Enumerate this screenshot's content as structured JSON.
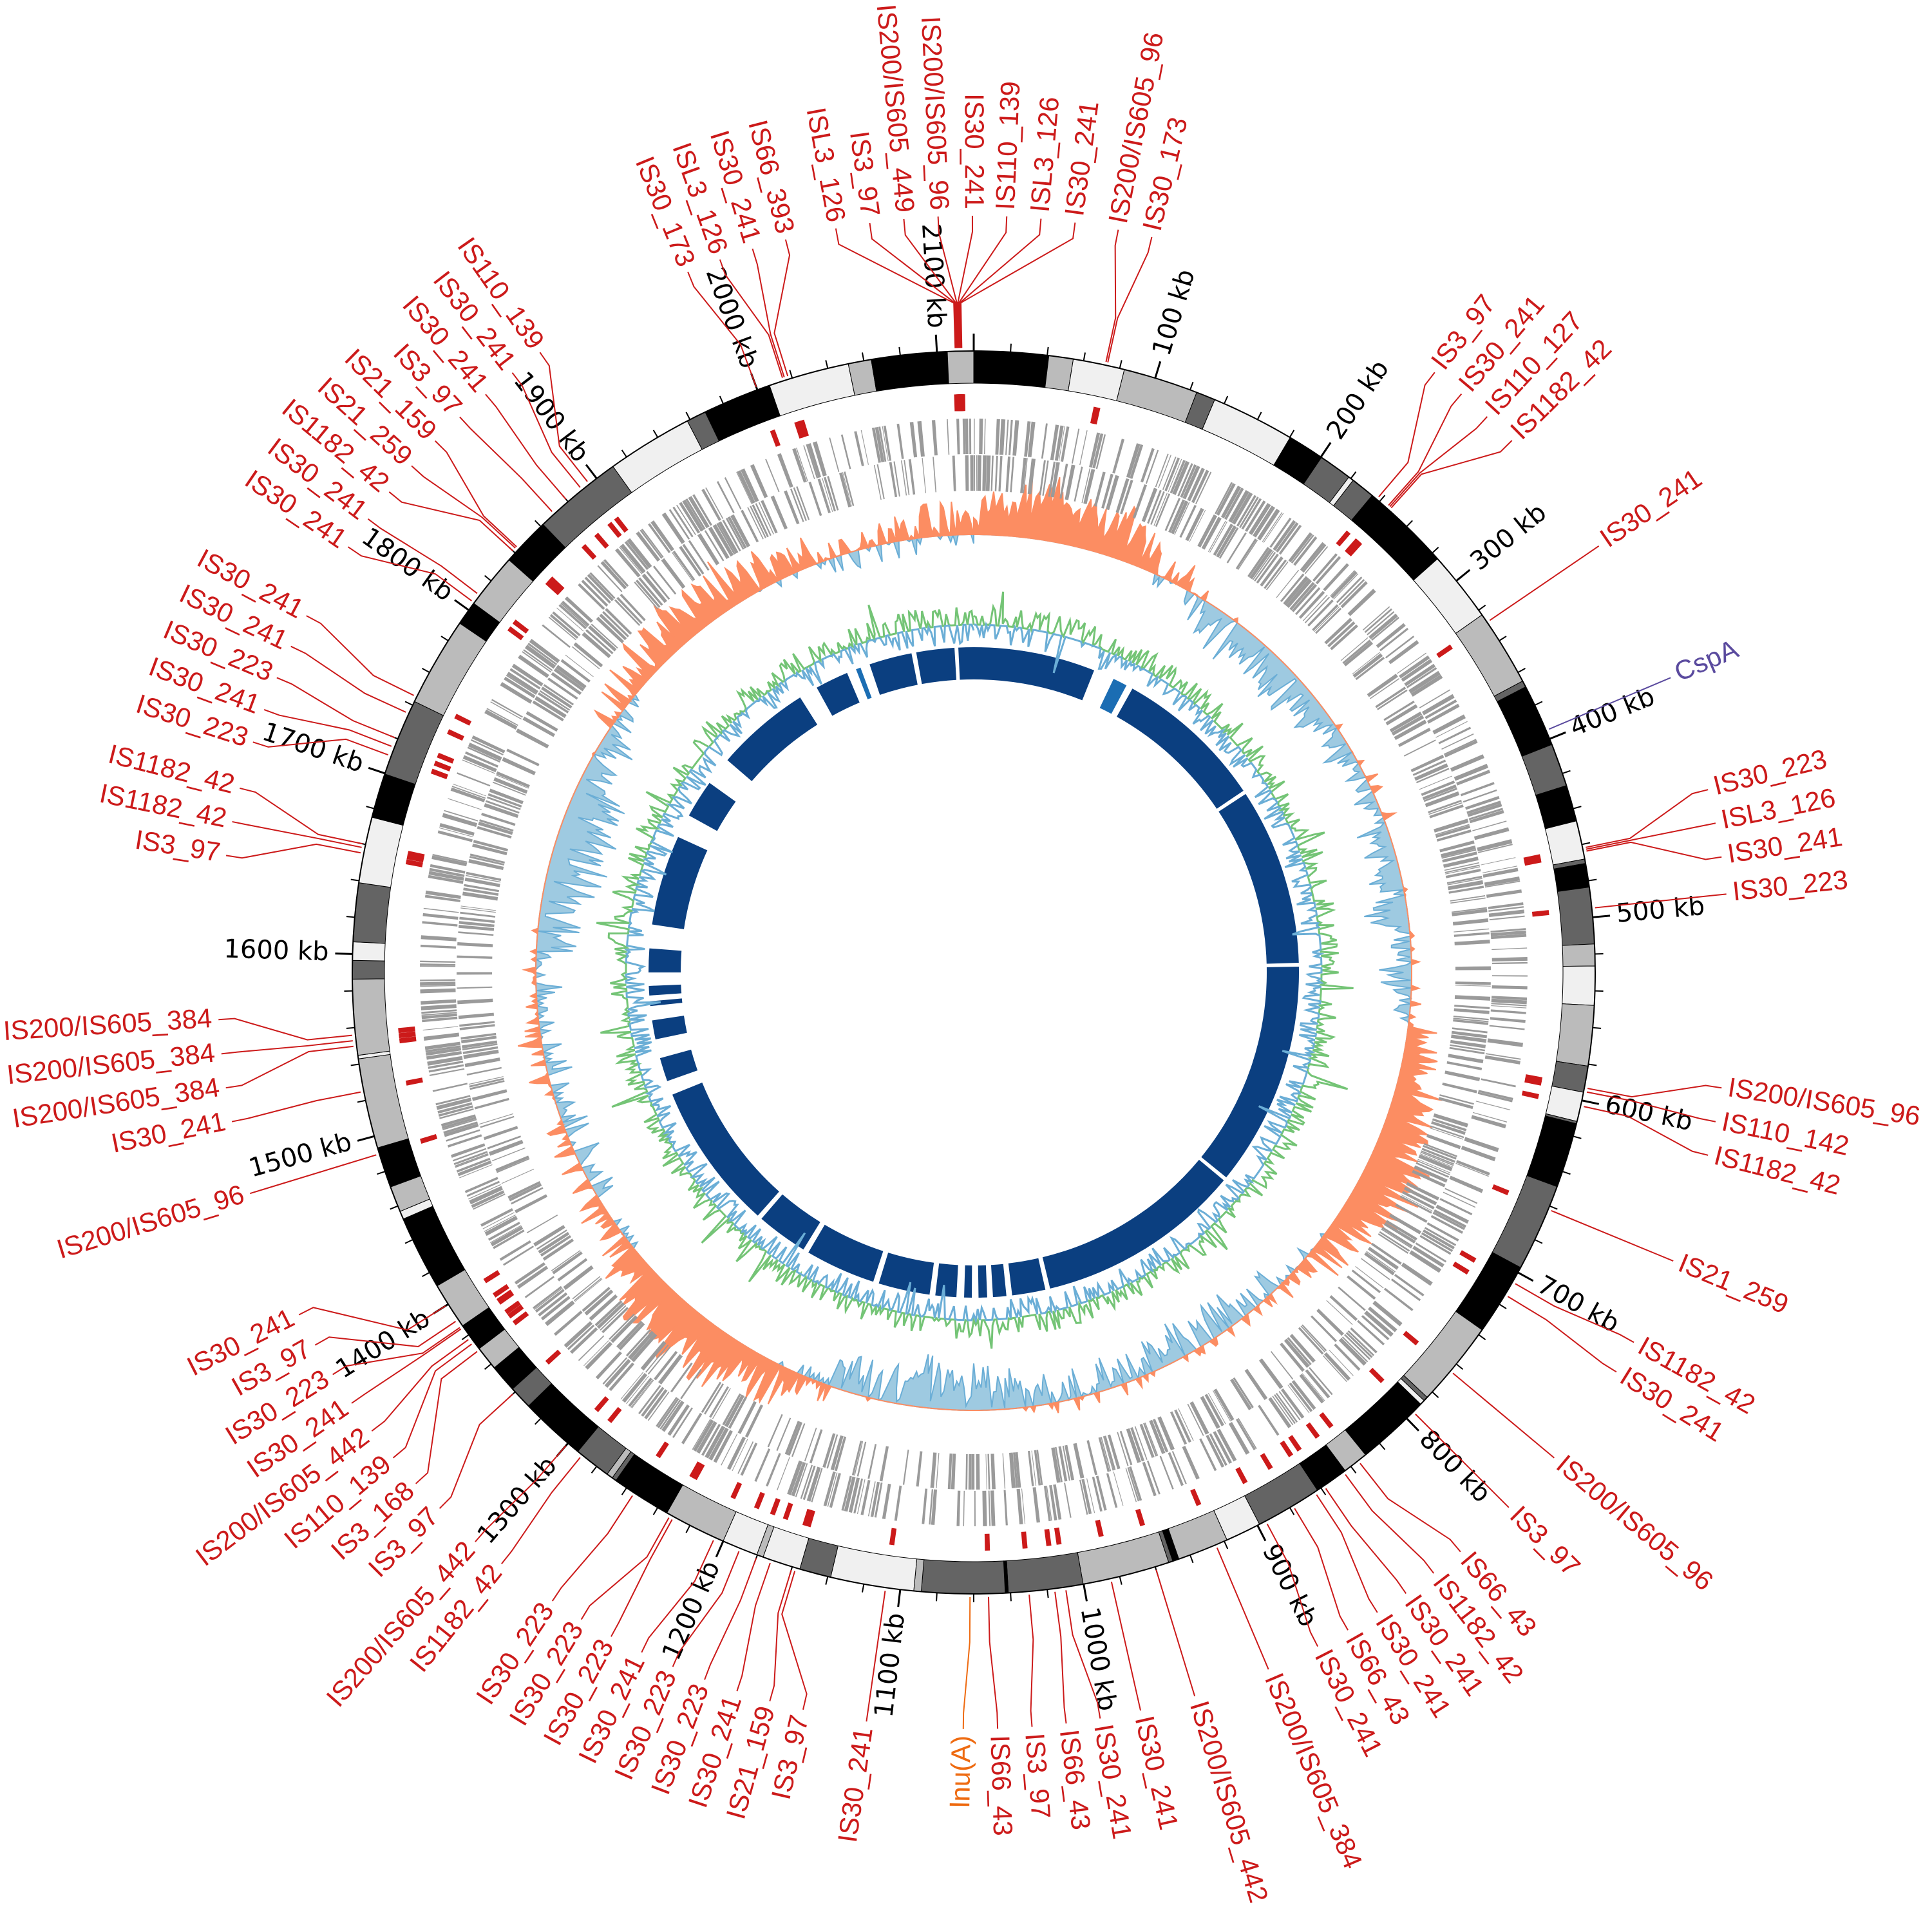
{
  "genome": {
    "length_kb": 2120
  },
  "colors": {
    "is_element": "#cc1a1a",
    "cspA": "#5a4a9e",
    "lnuA": "#ee6a10",
    "skew_pos": "#fc8d62",
    "skew_neg": "#9ecae1",
    "skew_neg_line": "#6baed6",
    "gc_pos": "#74c476",
    "gc_neg": "#6baed6",
    "gene": "#9a9a9a",
    "core": "#0b3f80",
    "core_alt": "#1b6db3"
  },
  "ticks": [
    {
      "kb": 100,
      "label": "100 kb"
    },
    {
      "kb": 200,
      "label": "200 kb"
    },
    {
      "kb": 300,
      "label": "300 kb"
    },
    {
      "kb": 400,
      "label": "400 kb"
    },
    {
      "kb": 500,
      "label": "500 kb"
    },
    {
      "kb": 600,
      "label": "600 kb"
    },
    {
      "kb": 700,
      "label": "700 kb"
    },
    {
      "kb": 800,
      "label": "800 kb"
    },
    {
      "kb": 900,
      "label": "900 kb"
    },
    {
      "kb": 1000,
      "label": "1000 kb"
    },
    {
      "kb": 1100,
      "label": "1100 kb"
    },
    {
      "kb": 1200,
      "label": "1200 kb"
    },
    {
      "kb": 1300,
      "label": "1300 kb"
    },
    {
      "kb": 1400,
      "label": "1400 kb"
    },
    {
      "kb": 1500,
      "label": "1500 kb"
    },
    {
      "kb": 1600,
      "label": "1600 kb"
    },
    {
      "kb": 1700,
      "label": "1700 kb"
    },
    {
      "kb": 1800,
      "label": "1800 kb"
    },
    {
      "kb": 1900,
      "label": "1900 kb"
    },
    {
      "kb": 2000,
      "label": "2000 kb"
    },
    {
      "kb": 2100,
      "label": "2100 kb"
    }
  ],
  "features": [
    {
      "label": "IS200/IS605_96",
      "kb": 72,
      "type": "is"
    },
    {
      "label": "IS30_173",
      "kb": 73,
      "type": "is"
    },
    {
      "label": "IS3_97",
      "kb": 238,
      "type": "is"
    },
    {
      "label": "IS30_241",
      "kb": 245,
      "type": "is"
    },
    {
      "label": "IS110_127",
      "kb": 246,
      "type": "is"
    },
    {
      "label": "IS1182_42",
      "kb": 247,
      "type": "is"
    },
    {
      "label": "IS30_241",
      "kb": 328,
      "type": "is"
    },
    {
      "label": "CspA",
      "kb": 395,
      "type": "cspA"
    },
    {
      "label": "IS30_223",
      "kb": 462,
      "type": "is"
    },
    {
      "label": "ISL3_126",
      "kb": 463,
      "type": "is"
    },
    {
      "label": "IS30_241",
      "kb": 464,
      "type": "is"
    },
    {
      "label": "IS30_223",
      "kb": 495,
      "type": "is"
    },
    {
      "label": "IS200/IS605_96",
      "kb": 593,
      "type": "is"
    },
    {
      "label": "IS110_142",
      "kb": 595,
      "type": "is"
    },
    {
      "label": "IS1182_42",
      "kb": 603,
      "type": "is"
    },
    {
      "label": "IS21_259",
      "kb": 662,
      "type": "is"
    },
    {
      "label": "IS1182_42",
      "kb": 706,
      "type": "is"
    },
    {
      "label": "IS30_241",
      "kb": 714,
      "type": "is"
    },
    {
      "label": "IS200/IS605_96",
      "kb": 765,
      "type": "is"
    },
    {
      "label": "IS3_97",
      "kb": 795,
      "type": "is"
    },
    {
      "label": "IS66_43",
      "kb": 835,
      "type": "is"
    },
    {
      "label": "IS1182_42",
      "kb": 845,
      "type": "is"
    },
    {
      "label": "IS30_241",
      "kb": 858,
      "type": "is"
    },
    {
      "label": "IS30_241",
      "kb": 864,
      "type": "is"
    },
    {
      "label": "IS66_43",
      "kb": 878,
      "type": "is"
    },
    {
      "label": "IS30_241",
      "kb": 895,
      "type": "is"
    },
    {
      "label": "IS200/IS605_384",
      "kb": 925,
      "type": "is"
    },
    {
      "label": "IS200/IS605_442",
      "kb": 960,
      "type": "is"
    },
    {
      "label": "IS30_241",
      "kb": 985,
      "type": "is"
    },
    {
      "label": "IS30_241",
      "kb": 1010,
      "type": "is"
    },
    {
      "label": "IS66_43",
      "kb": 1016,
      "type": "is"
    },
    {
      "label": "IS3_97",
      "kb": 1030,
      "type": "is"
    },
    {
      "label": "IS66_43",
      "kb": 1052,
      "type": "is"
    },
    {
      "label": "lnu(A)",
      "kb": 1062,
      "type": "lnuA"
    },
    {
      "label": "IS30_241",
      "kb": 1108,
      "type": "is"
    },
    {
      "label": "IS3_97",
      "kb": 1158,
      "type": "is"
    },
    {
      "label": "IS21_159",
      "kb": 1160,
      "type": "is"
    },
    {
      "label": "IS30_241",
      "kb": 1172,
      "type": "is"
    },
    {
      "label": "IS30_223",
      "kb": 1180,
      "type": "is"
    },
    {
      "label": "IS30_223",
      "kb": 1190,
      "type": "is"
    },
    {
      "label": "IS30_241",
      "kb": 1205,
      "type": "is"
    },
    {
      "label": "IS30_223",
      "kb": 1230,
      "type": "is"
    },
    {
      "label": "IS30_223",
      "kb": 1232,
      "type": "is"
    },
    {
      "label": "IS30_223",
      "kb": 1255,
      "type": "is"
    },
    {
      "label": "IS1182_42",
      "kb": 1290,
      "type": "is"
    },
    {
      "label": "IS200/IS605_442",
      "kb": 1300,
      "type": "is"
    },
    {
      "label": "IS3_97",
      "kb": 1340,
      "type": "is"
    },
    {
      "label": "IS3_168",
      "kb": 1370,
      "type": "is"
    },
    {
      "label": "IS110_139",
      "kb": 1375,
      "type": "is"
    },
    {
      "label": "IS200/IS605_442",
      "kb": 1378,
      "type": "is"
    },
    {
      "label": "IS30_241",
      "kb": 1385,
      "type": "is"
    },
    {
      "label": "IS30_223",
      "kb": 1386,
      "type": "is"
    },
    {
      "label": "IS3_97",
      "kb": 1390,
      "type": "is"
    },
    {
      "label": "IS30_241",
      "kb": 1400,
      "type": "is"
    },
    {
      "label": "IS200/IS605_96",
      "kb": 1490,
      "type": "is"
    },
    {
      "label": "IS30_241",
      "kb": 1525,
      "type": "is"
    },
    {
      "label": "IS200/IS605_384",
      "kb": 1550,
      "type": "is"
    },
    {
      "label": "IS200/IS605_384",
      "kb": 1553,
      "type": "is"
    },
    {
      "label": "IS200/IS605_384",
      "kb": 1556,
      "type": "is"
    },
    {
      "label": "IS3_97",
      "kb": 1655,
      "type": "is"
    },
    {
      "label": "IS1182_42",
      "kb": 1658,
      "type": "is"
    },
    {
      "label": "IS1182_42",
      "kb": 1660,
      "type": "is"
    },
    {
      "label": "IS30_223",
      "kb": 1710,
      "type": "is"
    },
    {
      "label": "IS30_241",
      "kb": 1715,
      "type": "is"
    },
    {
      "label": "IS30_223",
      "kb": 1720,
      "type": "is"
    },
    {
      "label": "IS30_241",
      "kb": 1735,
      "type": "is"
    },
    {
      "label": "IS30_241",
      "kb": 1745,
      "type": "is"
    },
    {
      "label": "IS30_241",
      "kb": 1805,
      "type": "is"
    },
    {
      "label": "IS30_241",
      "kb": 1810,
      "type": "is"
    },
    {
      "label": "IS1182_42",
      "kb": 1840,
      "type": "is"
    },
    {
      "label": "IS21_259",
      "kb": 1842,
      "type": "is"
    },
    {
      "label": "IS21_159",
      "kb": 1843,
      "type": "is"
    },
    {
      "label": "IS3_97",
      "kb": 1870,
      "type": "is"
    },
    {
      "label": "IS30_241",
      "kb": 1880,
      "type": "is"
    },
    {
      "label": "IS30_241",
      "kb": 1890,
      "type": "is"
    },
    {
      "label": "IS110_139",
      "kb": 1895,
      "type": "is"
    },
    {
      "label": "IS30_173",
      "kb": 2000,
      "type": "is"
    },
    {
      "label": "ISL3_126",
      "kb": 2015,
      "type": "is"
    },
    {
      "label": "IS30_241",
      "kb": 2016,
      "type": "is"
    },
    {
      "label": "IS66_393",
      "kb": 2018,
      "type": "is"
    },
    {
      "label": "ISL3_126",
      "kb": 2110,
      "type": "is"
    },
    {
      "label": "IS3_97",
      "kb": 2110.5,
      "type": "is"
    },
    {
      "label": "IS200/IS605_449",
      "kb": 2111,
      "type": "is"
    },
    {
      "label": "IS200/IS605_96",
      "kb": 2111.5,
      "type": "is"
    },
    {
      "label": "IS30_241",
      "kb": 2112,
      "type": "is"
    },
    {
      "label": "IS110_139",
      "kb": 2112.5,
      "type": "is"
    },
    {
      "label": "ISL3_126",
      "kb": 2113,
      "type": "is"
    },
    {
      "label": "IS30_241",
      "kb": 2113.5,
      "type": "is"
    }
  ],
  "core_blocks": [
    [
      2060,
      2100
    ],
    [
      2104,
      2120
    ],
    [
      0,
      128
    ],
    [
      150,
      165
    ],
    [
      172,
      330
    ],
    [
      334,
      520
    ],
    [
      524,
      760
    ],
    [
      764,
      980
    ],
    [
      985,
      1020
    ],
    [
      1026,
      1040
    ],
    [
      1046,
      1055
    ],
    [
      1062,
      1070
    ],
    [
      1078,
      1100
    ],
    [
      1106,
      1160
    ],
    [
      1166,
      1240
    ],
    [
      1246,
      1300
    ],
    [
      1305,
      1460
    ],
    [
      1475,
      1500
    ],
    [
      1520,
      1540
    ],
    [
      1555,
      1560
    ],
    [
      1566,
      1576
    ],
    [
      1590,
      1615
    ],
    [
      1640,
      1735
    ],
    [
      1760,
      1800
    ],
    [
      1830,
      1930
    ],
    [
      1950,
      1985
    ],
    [
      1995,
      2000
    ],
    [
      2010,
      2055
    ]
  ],
  "core_alt_blocks": [
    [
      150,
      165
    ],
    [
      1995,
      2000
    ]
  ]
}
